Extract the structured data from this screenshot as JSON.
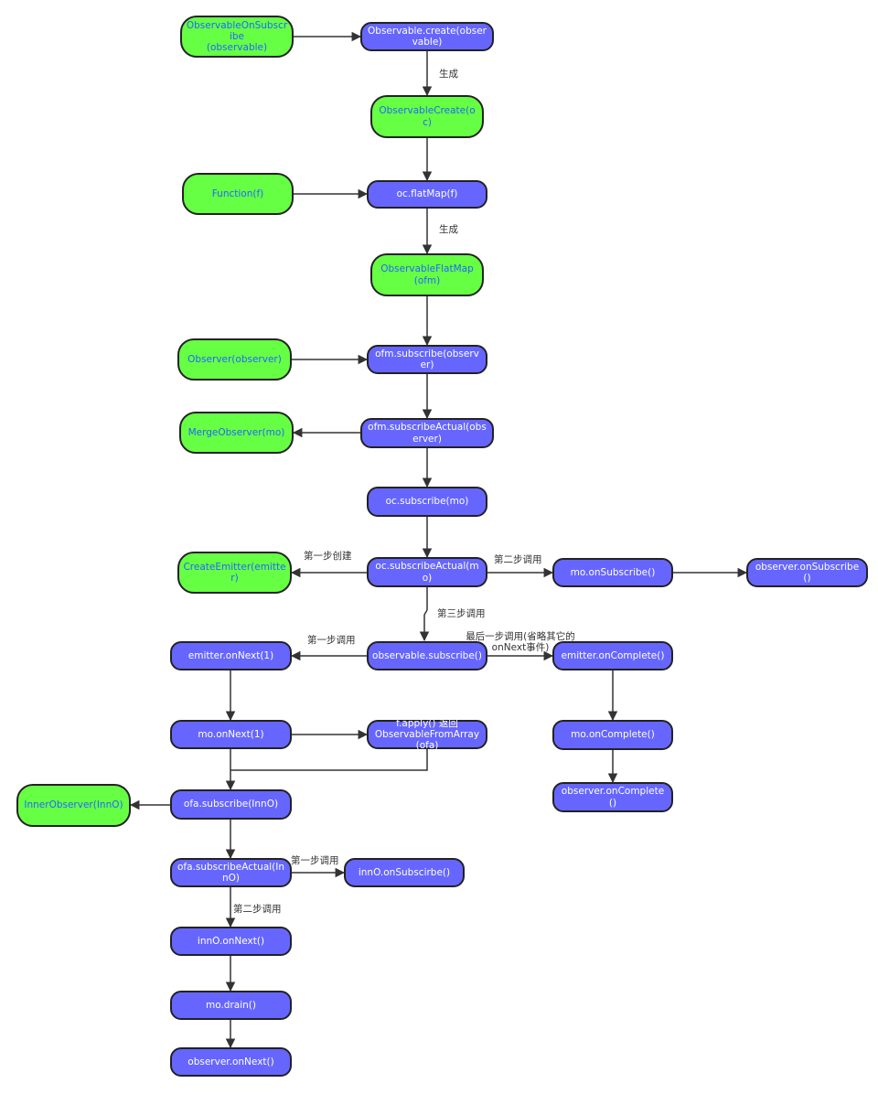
{
  "nodes": {
    "n1": "ObservableOnSubscribe\n(observable)",
    "n2": "Observable.create(observable)",
    "n3": "ObservableCreate(oc)",
    "n4": "Function(f)",
    "n5": "oc.flatMap(f)",
    "n6": "ObservableFlatMap(ofm)",
    "n7": "Observer(observer)",
    "n8": "ofm.subscribe(observer)",
    "n9": "MergeObserver(mo)",
    "n10": "ofm.subscribeActual(observer)",
    "n11": "oc.subscribe(mo)",
    "n12": "CreateEmitter(emitter)",
    "n13": "oc.subscribeActual(mo)",
    "n14": "mo.onSubscribe()",
    "n15": "observer.onSubscribe()",
    "n16": "emitter.onNext(1)",
    "n17": "observable.subscribe()",
    "n18": "emitter.onComplete()",
    "n19": "mo.onNext(1)",
    "n20": "f.apply() 返回\nObservableFromArray(ofa)",
    "n21": "mo.onComplete()",
    "n22": "observer.onComplete()",
    "n23": "InnerObserver(InnO)",
    "n24": "ofa.subscribe(InnO)",
    "n25": "ofa.subscribeActual(InnO)",
    "n26": "innO.onSubscirbe()",
    "n27": "innO.onNext()",
    "n28": "mo.drain()",
    "n29": "observer.onNext()"
  },
  "edge_labels": {
    "gen1": "生成",
    "gen2": "生成",
    "step1_create": "第一步创建",
    "step2_call_a": "第二步调用",
    "step3_call": "第三步调用",
    "step1_call_a": "第一步调用",
    "last_call": "最后一步调用(省略其它的\nonNext事件)",
    "step1_call_b": "第一步调用",
    "step2_call_b": "第二步调用"
  },
  "colors": {
    "process_fill": "#6666ff",
    "process_text": "#ffffff",
    "object_fill": "#66ff44",
    "object_text": "#2266ff",
    "stroke": "#222222"
  }
}
